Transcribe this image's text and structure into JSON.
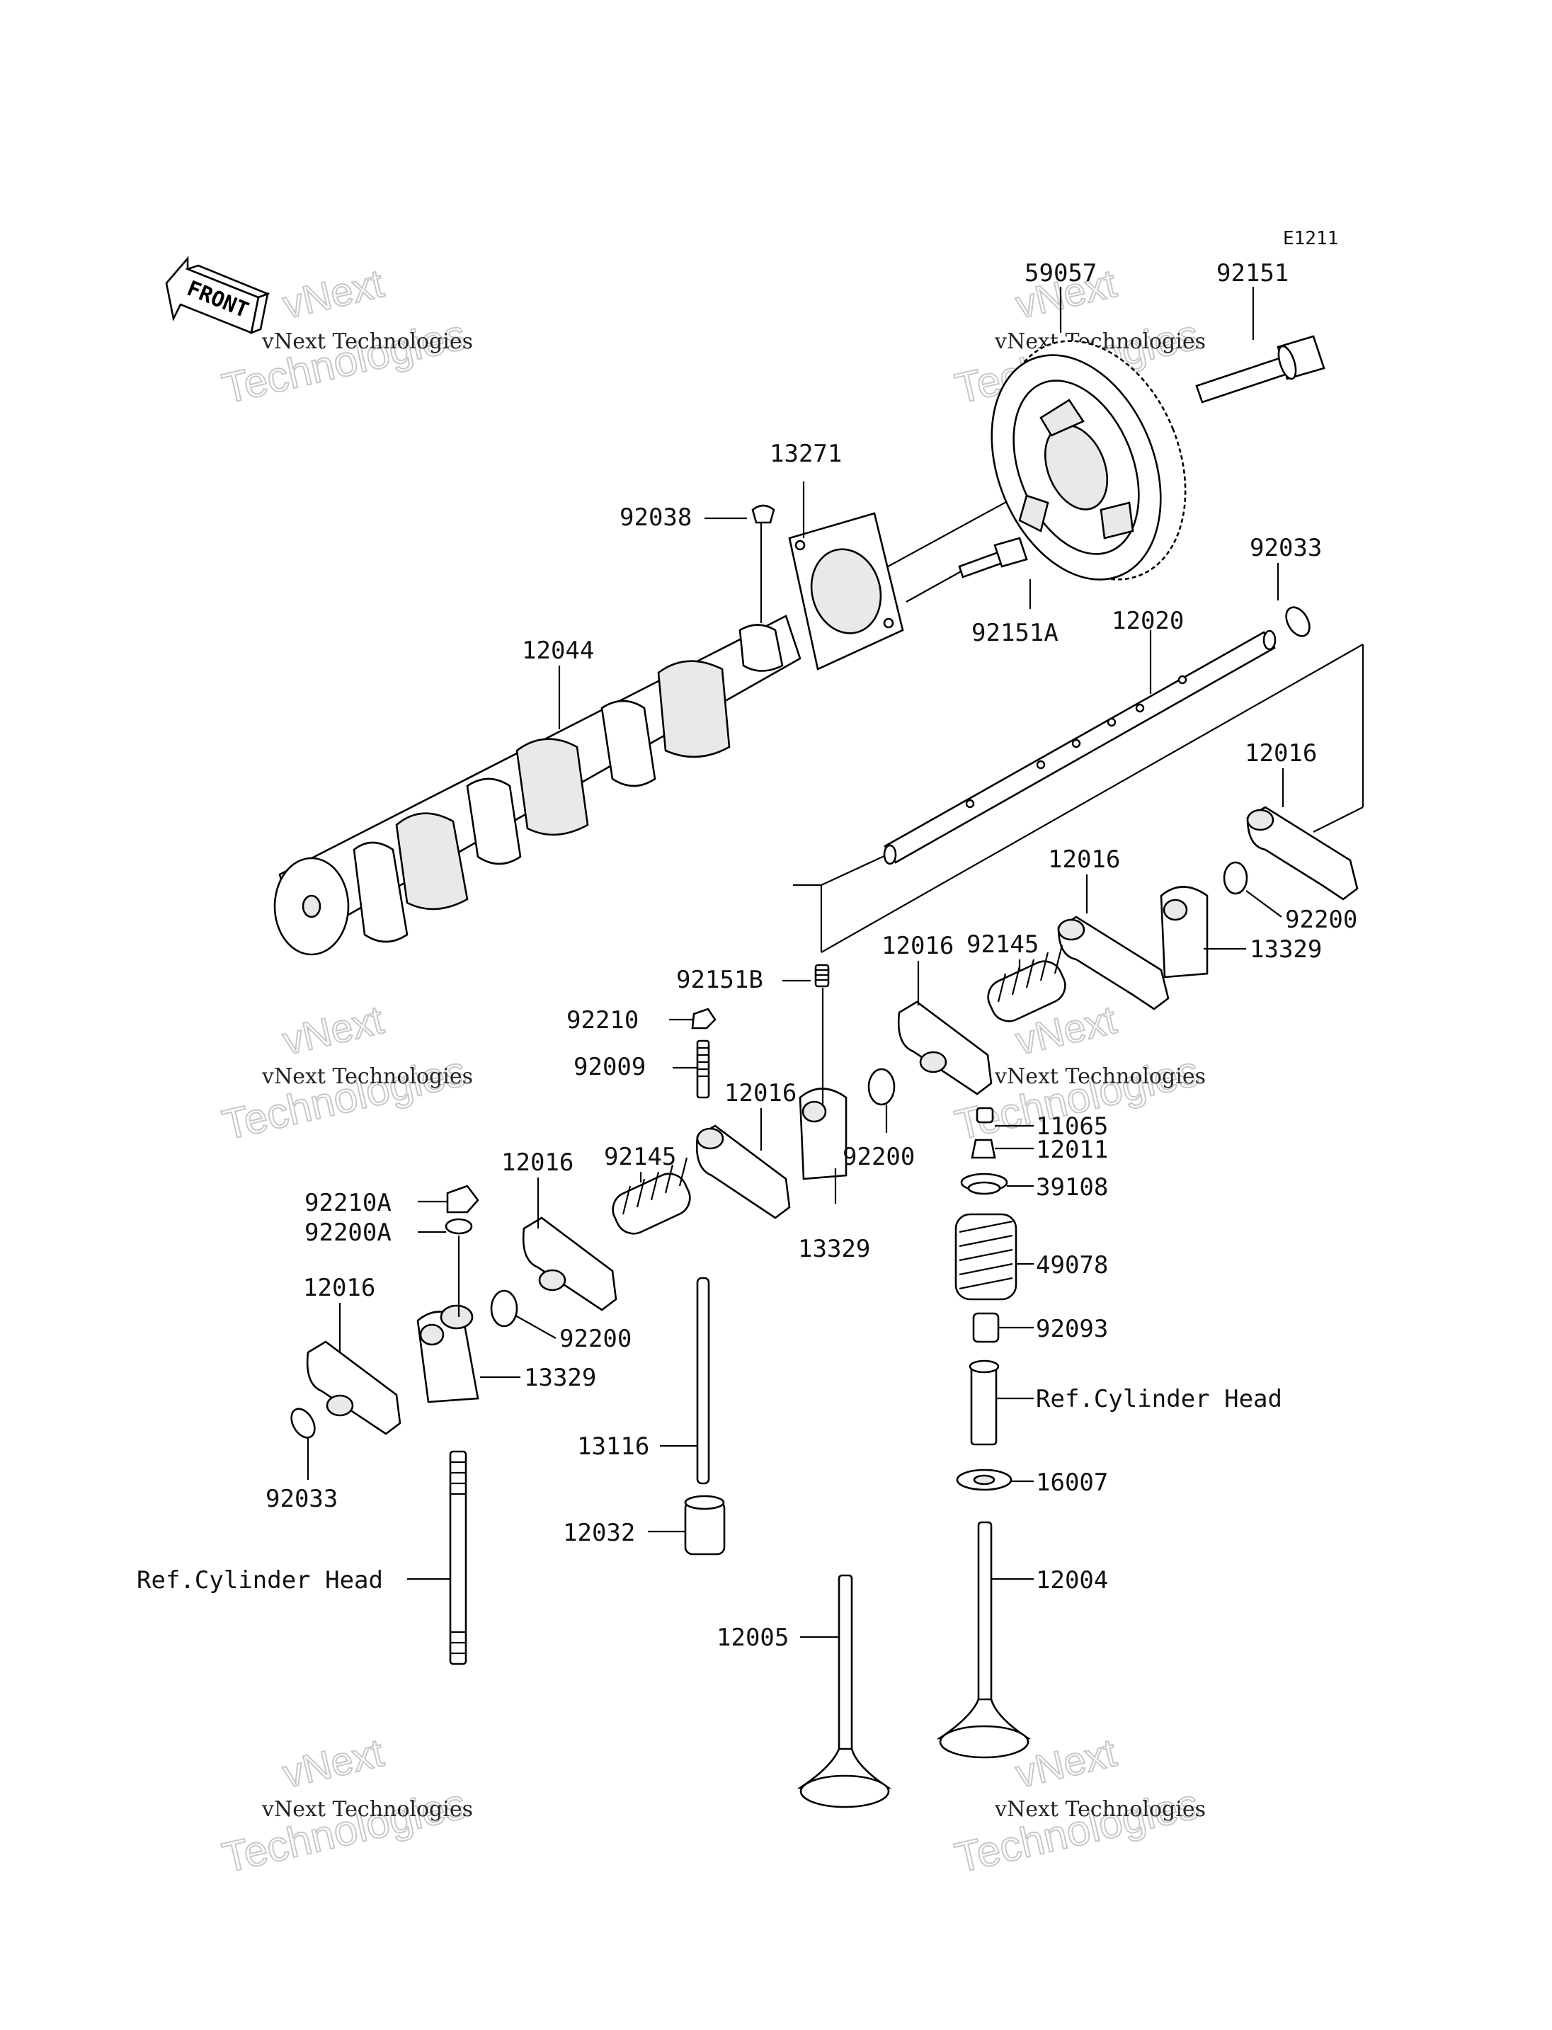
{
  "diagram_code": "E1211",
  "front_label": "FRONT",
  "watermark": {
    "line1": "vNext Technologies",
    "line2": "Technologies",
    "line3": "vNext"
  },
  "callouts": {
    "c59057": "59057",
    "c92151": "92151",
    "c13271": "13271",
    "c92038": "92038",
    "c12044": "12044",
    "c92151A": "92151A",
    "c92033_top": "92033",
    "c12020": "12020",
    "c12016_a": "12016",
    "c12016_b": "12016",
    "c92200_a": "92200",
    "c13329_a": "13329",
    "c12016_c": "12016",
    "c92145_a": "92145",
    "c92151B": "92151B",
    "c92210": "92210",
    "c92009": "92009",
    "c12016_d": "12016",
    "c11065": "11065",
    "c12011": "12011",
    "c92200_b": "92200",
    "c39108": "39108",
    "c92145_b": "92145",
    "c12016_e": "12016",
    "c13329_b": "13329",
    "c49078": "49078",
    "c92210A": "92210A",
    "c92200A": "92200A",
    "c12016_f": "12016",
    "c92200_c": "92200",
    "c92093": "92093",
    "c13329_c": "13329",
    "c ref_head_right": "Ref.Cylinder Head",
    "c13116": "13116",
    "c16007": "16007",
    "c92033_bottom": "92033",
    "c12032": "12032",
    "c12004": "12004",
    "c_ref_head_left": "Ref.Cylinder Head",
    "c12005": "12005"
  }
}
